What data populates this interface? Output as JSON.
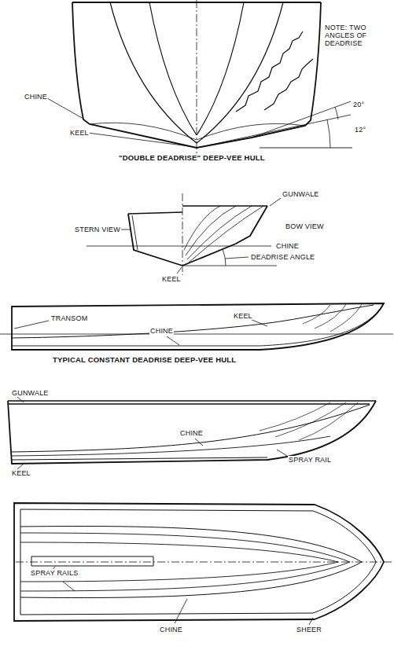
{
  "diagram": {
    "labels": [
      "CHINE",
      "NOTE: TWO ANGLES OF DEADRISE",
      "20°",
      "12°",
      "KEEL",
      "\"DOUBLE DEADRISE\" DEEP-VEE HULL",
      "GUNWALE",
      "STERN VIEW",
      "BOW VIEW",
      "CHINE",
      "DEADRISE ANGLE",
      "KEEL",
      "TRANSOM",
      "CHINE",
      "KEEL",
      "TYPICAL CONSTANT DEADRISE DEEP-VEE HULL",
      "GUNWALE",
      "CHINE",
      "SPRAY RAIL",
      "KEEL",
      "SPRAY RAILS",
      "SHEER",
      "CHINE"
    ]
  }
}
